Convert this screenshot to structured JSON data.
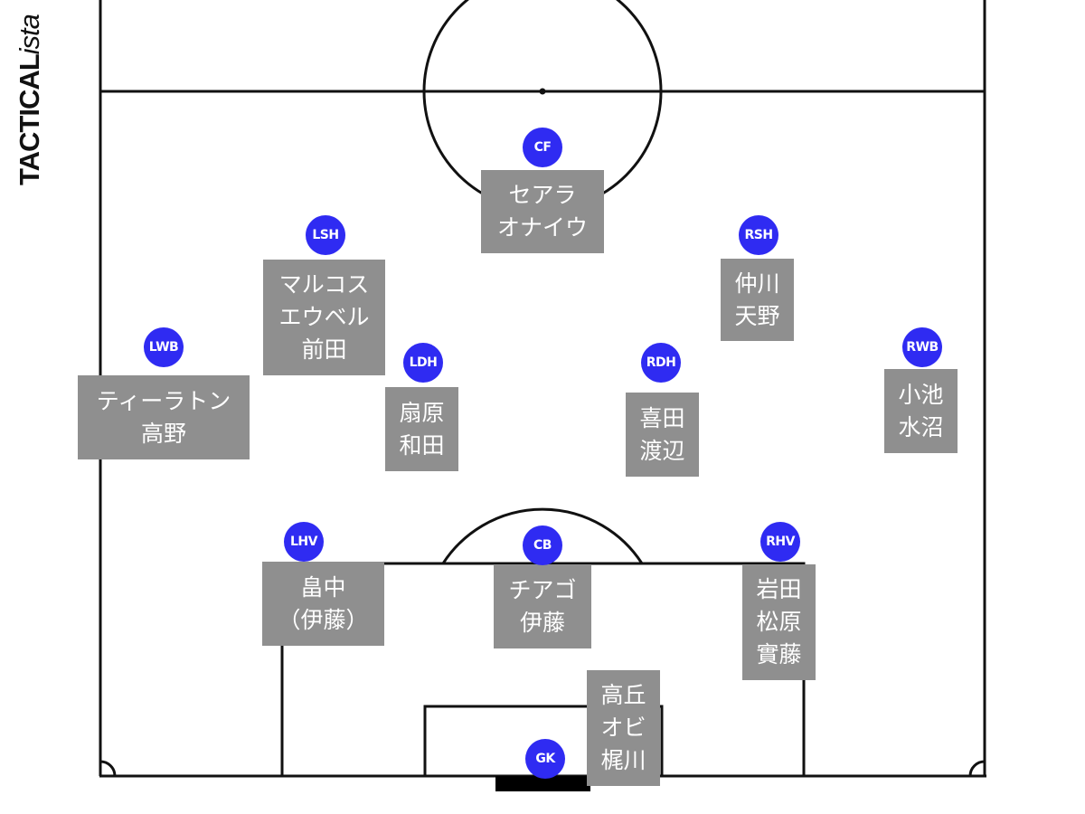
{
  "brand": {
    "bold": "TACTICAL",
    "italic": "ista"
  },
  "players": [
    {
      "id": "cf",
      "position": "CF",
      "names": [
        "セアラ",
        "オナイウ"
      ]
    },
    {
      "id": "lsh",
      "position": "LSH",
      "names": [
        "マルコス",
        "エウベル",
        "前田"
      ]
    },
    {
      "id": "rsh",
      "position": "RSH",
      "names": [
        "仲川",
        "天野"
      ]
    },
    {
      "id": "lwb",
      "position": "LWB",
      "names": [
        "ティーラトン",
        "高野"
      ]
    },
    {
      "id": "ldh",
      "position": "LDH",
      "names": [
        "扇原",
        "和田"
      ]
    },
    {
      "id": "rdh",
      "position": "RDH",
      "names": [
        "喜田",
        "渡辺"
      ]
    },
    {
      "id": "rwb",
      "position": "RWB",
      "names": [
        "小池",
        "水沼"
      ]
    },
    {
      "id": "lhv",
      "position": "LHV",
      "names": [
        "畠中",
        "（伊藤）"
      ]
    },
    {
      "id": "cb",
      "position": "CB",
      "names": [
        "チアゴ",
        "伊藤"
      ]
    },
    {
      "id": "rhv",
      "position": "RHV",
      "names": [
        "岩田",
        "松原",
        "實藤"
      ]
    },
    {
      "id": "gk",
      "position": "GK",
      "names": [
        "高丘",
        "オビ",
        "梶川"
      ]
    }
  ],
  "colors": {
    "badge": "#2f2bf2",
    "name_box": "#8f8f8f",
    "pitch_lines": "#111111",
    "text": "#ffffff"
  }
}
